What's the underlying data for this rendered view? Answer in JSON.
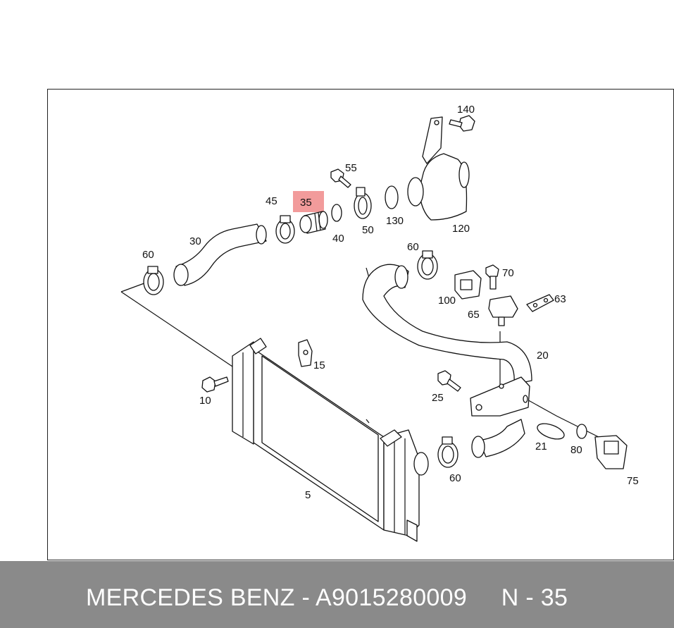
{
  "footer": {
    "brand": "MERCEDES BENZ",
    "separator": "-",
    "part_number": "A9015280009",
    "position_text": "N - 35"
  },
  "highlight": {
    "label": "35",
    "color": "#f08a8a"
  },
  "part_labels": {
    "p140": "140",
    "p55": "55",
    "p45": "45",
    "p35": "35",
    "p40": "40",
    "p50": "50",
    "p130": "130",
    "p120": "120",
    "p30": "30",
    "p60a": "60",
    "p60b": "60",
    "p60c": "60",
    "p70": "70",
    "p100": "100",
    "p65": "65",
    "p63": "63",
    "p20": "20",
    "p15": "15",
    "p10": "10",
    "p25": "25",
    "p21": "21",
    "p80": "80",
    "p75": "75",
    "p5": "5"
  }
}
